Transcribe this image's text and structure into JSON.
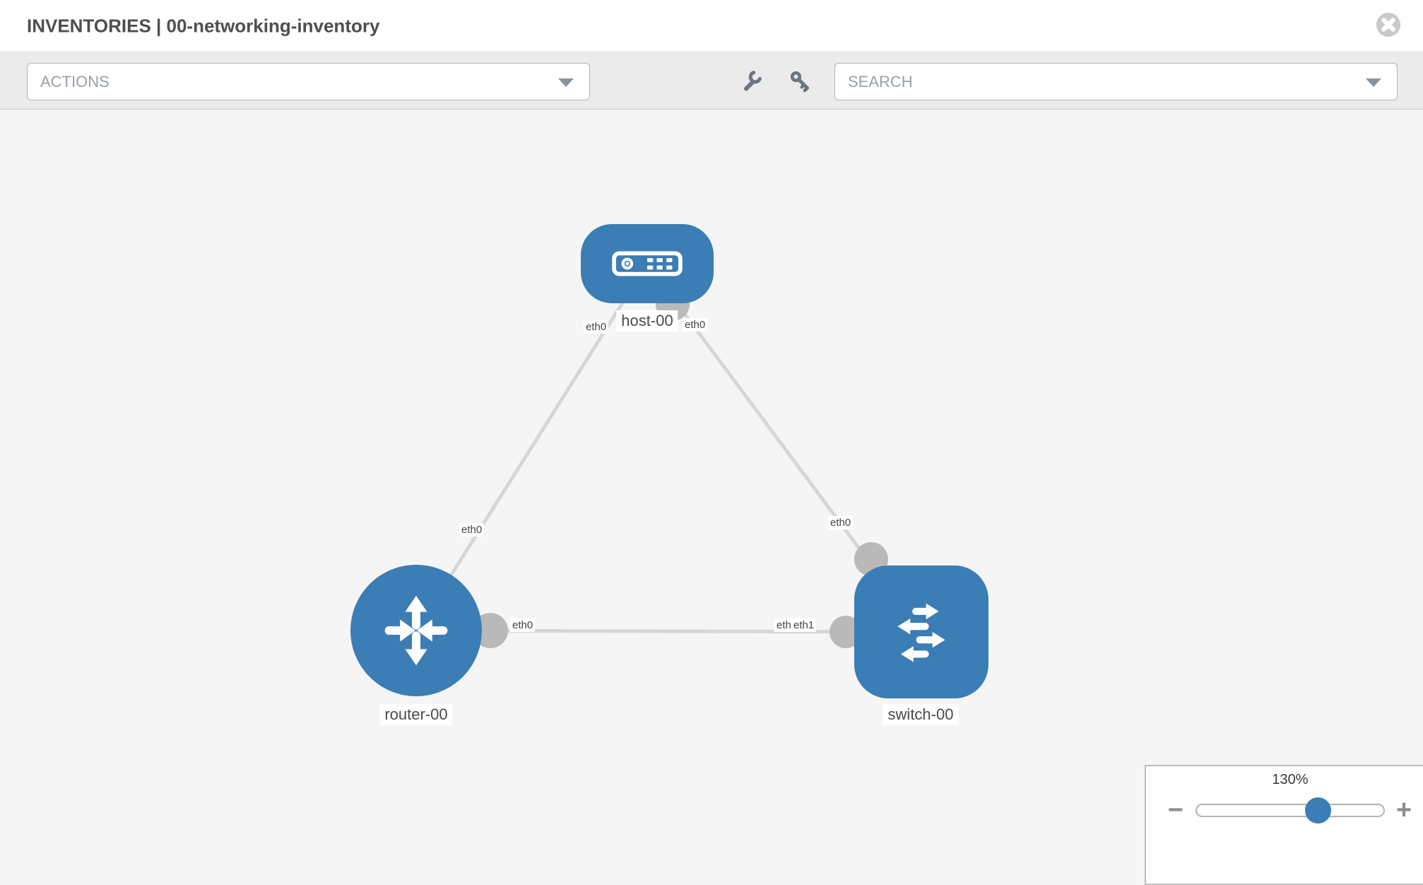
{
  "header": {
    "title": "INVENTORIES | 00-networking-inventory"
  },
  "toolbar": {
    "actions_label": "ACTIONS",
    "search_label": "SEARCH"
  },
  "topology": {
    "nodes": [
      {
        "label": "host-00",
        "type": "host"
      },
      {
        "label": "router-00",
        "type": "router"
      },
      {
        "label": "switch-00",
        "type": "switch"
      }
    ],
    "port_labels": {
      "host_left": "eth0",
      "host_right": "eth0",
      "router_top": "eth0",
      "switch_top": "eth0",
      "router_right": "eth0",
      "switch_left_under": "eth0",
      "switch_left_over": "eth1"
    }
  },
  "zoom_control": {
    "level": "130%",
    "minus": "−",
    "plus": "+"
  },
  "colors": {
    "node_blue": "#3b7db5",
    "link_gray": "#d6d6d6",
    "connector_gray": "#b9b9b9",
    "toolbar_bg": "#ebebeb",
    "canvas_bg": "#f5f5f5"
  }
}
